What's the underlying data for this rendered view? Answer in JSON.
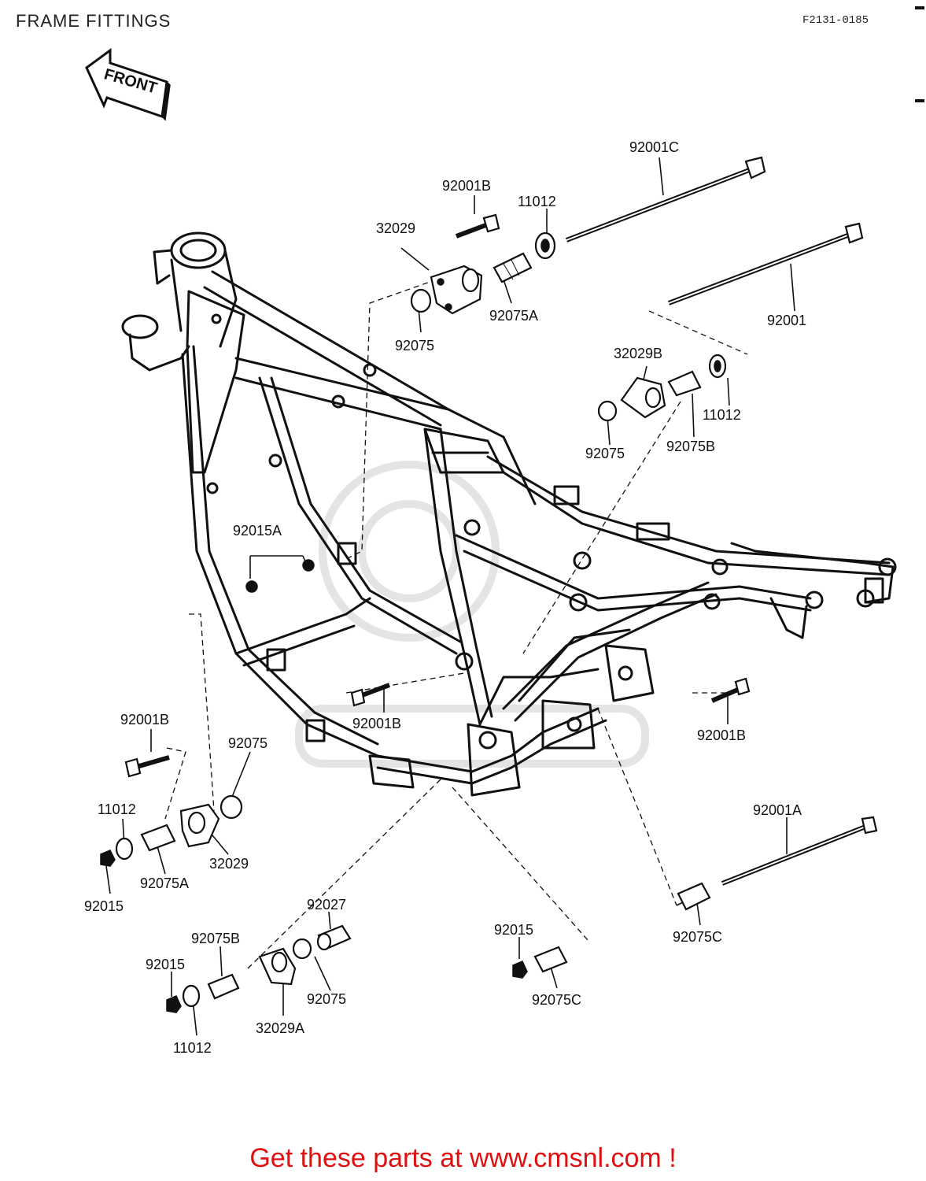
{
  "header": {
    "title": "FRAME FITTINGS",
    "code": "F2131-0185"
  },
  "front_arrow": {
    "label": "FRONT"
  },
  "callouts": [
    "92001C",
    "92001B",
    "11012",
    "32029",
    "92075A",
    "92075",
    "92001",
    "32029B",
    "11012",
    "92075",
    "92075B",
    "92015A",
    "92001B",
    "92001B",
    "92001B",
    "92075",
    "11012",
    "32029",
    "92075A",
    "92015",
    "92001A",
    "92075C",
    "92027",
    "92075B",
    "92015",
    "92075",
    "32029A",
    "11012",
    "92015",
    "92075C"
  ],
  "footer": {
    "text": "Get these parts at www.cmsnl.com !"
  },
  "colors": {
    "ink": "#111111",
    "footer": "#e01010",
    "watermark": "#e4e4e4"
  }
}
